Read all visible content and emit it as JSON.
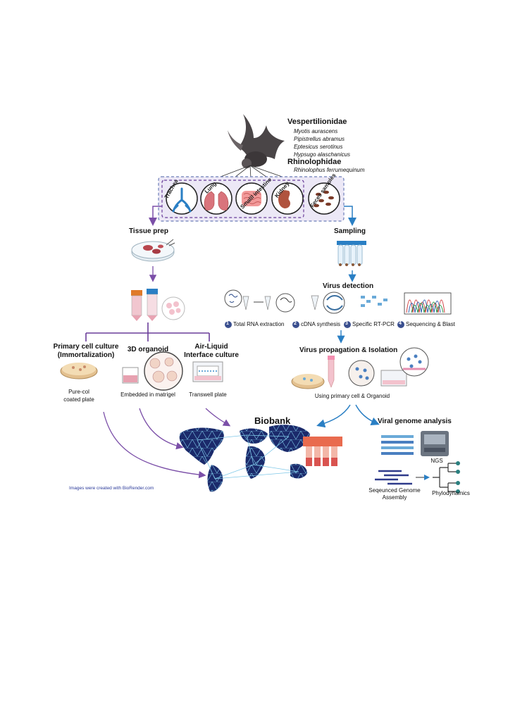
{
  "families": [
    {
      "name": "Vespertilionidae",
      "species": [
        "Myotis aurascens",
        "Pipistrellus abramus",
        "Eptesicus serotinus",
        "Hypsugo alaschanicus"
      ]
    },
    {
      "name": "Rhinolophidae",
      "species": [
        "Rhinolophus ferrumequinum"
      ]
    }
  ],
  "organs": [
    "Trachea",
    "Lung",
    "Smalll intestine",
    "Kidney",
    "Feces samples"
  ],
  "tissue_prep": "Tissue prep",
  "sampling": "Sampling",
  "virus_detection": {
    "title": "Virus detection",
    "steps": [
      {
        "num": "1",
        "label": "Total RNA extraction"
      },
      {
        "num": "2",
        "label": "cDNA synthesis"
      },
      {
        "num": "3",
        "label": "Specific RT-PCR"
      },
      {
        "num": "4",
        "label": "Sequencing & Blast"
      }
    ]
  },
  "cultures": [
    {
      "title": "Primary cell culture\n(Immortalization)",
      "caption": "Pure-col\ncoated plate"
    },
    {
      "title": "3D organoid",
      "caption": "Embedded in matrigel"
    },
    {
      "title": "Air-Liquid\nInterface culture",
      "caption": "Transwell plate"
    }
  ],
  "propagation": {
    "title": "Virus propagation & Isolation",
    "caption": "Using primary cell & Organoid"
  },
  "biobank": "Biobank",
  "genome": {
    "title": "Viral genome analysis",
    "ngs": "NGS",
    "assembly": "Seqeunced Genome\nAssembly",
    "phylo": "Phylodynamics"
  },
  "credit": "Images were created with BioRender.com",
  "colors": {
    "purple": "#6a3d9a",
    "blue": "#2a7fc4",
    "map": "#1b2a6b",
    "mapline": "#7fc8e8"
  }
}
